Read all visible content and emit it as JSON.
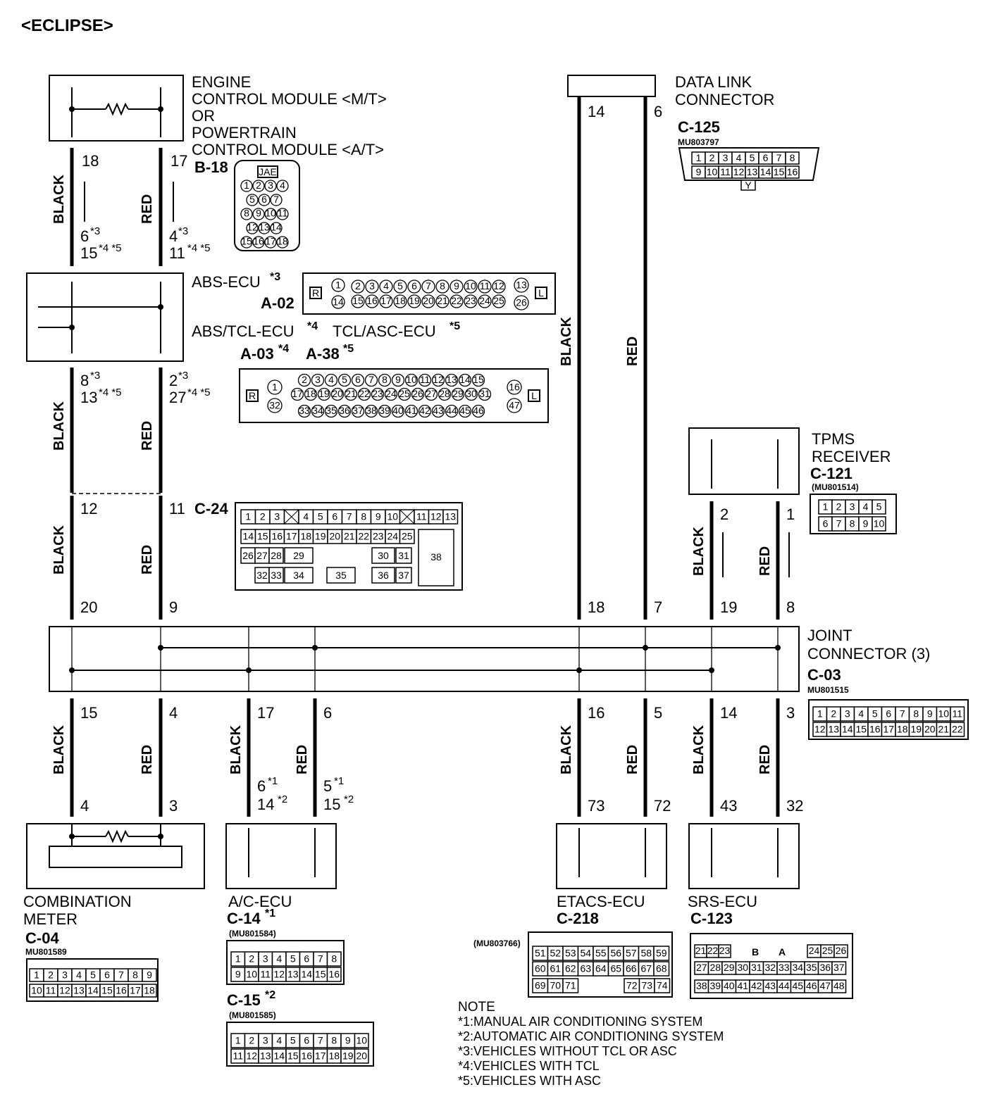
{
  "title": "<ECLIPSE>",
  "components": {
    "ecm": {
      "lines": [
        "ENGINE",
        "CONTROL MODULE <M/T>",
        "OR",
        "POWERTRAIN",
        "CONTROL MODULE <A/T>"
      ],
      "connector": "B-18",
      "maker": "JAE"
    },
    "abs": {
      "name1": "ABS-ECU",
      "sup1": "*3",
      "conn1": "A-02",
      "name2": "ABS/TCL-ECU",
      "sup2": "*4",
      "name3": "TCL/ASC-ECU",
      "sup3": "*5",
      "conn2": "A-03",
      "conn2sup": "*4",
      "conn3": "A-38",
      "conn3sup": "*5"
    },
    "dlc": {
      "lines": [
        "DATA LINK",
        "CONNECTOR"
      ],
      "connector": "C-125",
      "part": "MU803797"
    },
    "tpms": {
      "lines": [
        "TPMS",
        "RECEIVER"
      ],
      "connector": "C-121",
      "part": "(MU801514)"
    },
    "c24": {
      "connector": "C-24"
    },
    "joint": {
      "lines": [
        "JOINT",
        "CONNECTOR (3)"
      ],
      "connector": "C-03",
      "part": "MU801515"
    },
    "meter": {
      "lines": [
        "COMBINATION",
        "METER"
      ],
      "connector": "C-04",
      "part": "MU801589"
    },
    "ac": {
      "name": "A/C-ECU",
      "conn1": "C-14",
      "conn1sup": "*1",
      "part1": "(MU801584)",
      "conn2": "C-15",
      "conn2sup": "*2",
      "part2": "(MU801585)"
    },
    "etacs": {
      "name": "ETACS-ECU",
      "connector": "C-218",
      "part": "(MU803766)"
    },
    "srs": {
      "name": "SRS-ECU",
      "connector": "C-123"
    }
  },
  "wires": {
    "black": "BLACK",
    "red": "RED"
  },
  "pins": {
    "ecm_b": "18",
    "ecm_r": "17",
    "abs_b_top1": "6",
    "abs_b_top1s": "*3",
    "abs_b_top2": "15",
    "abs_b_top2s": "*4 *5",
    "abs_r_top1": "4",
    "abs_r_top1s": "*3",
    "abs_r_top2": "11",
    "abs_r_top2s": "*4 *5",
    "abs_b_bot1": "8",
    "abs_b_bot1s": "*3",
    "abs_b_bot2": "13",
    "abs_b_bot2s": "*4 *5",
    "abs_r_bot1": "2",
    "abs_r_bot1s": "*3",
    "abs_r_bot2": "27",
    "abs_r_bot2s": "*4 *5",
    "c24_b": "12",
    "c24_r": "11",
    "j_b_in": "20",
    "j_r_in": "9",
    "dlc_b": "14",
    "dlc_r": "6",
    "j_dlc_b": "18",
    "j_dlc_r": "7",
    "tpms_b": "2",
    "tpms_r": "1",
    "j_tpms_b": "19",
    "j_tpms_r": "8",
    "j_meter_b": "15",
    "j_meter_r": "4",
    "meter_b": "4",
    "meter_r": "3",
    "j_ac_b": "17",
    "j_ac_r": "6",
    "ac_b1": "6",
    "ac_b1s": "*1",
    "ac_b2": "14",
    "ac_b2s": "*2",
    "ac_r1": "5",
    "ac_r1s": "*1",
    "ac_r2": "15",
    "ac_r2s": "*2",
    "j_etacs_b": "16",
    "j_etacs_r": "5",
    "etacs_b": "73",
    "etacs_r": "72",
    "j_srs_b": "14",
    "j_srs_r": "3",
    "srs_b": "43",
    "srs_r": "32"
  },
  "connector_pins": {
    "b18": [
      "1",
      "2",
      "3",
      "4",
      "5",
      "6",
      "7",
      "8",
      "9",
      "10",
      "11",
      "12",
      "13",
      "14",
      "15",
      "16",
      "17",
      "18"
    ],
    "a02_top": [
      "1",
      "2",
      "3",
      "4",
      "5",
      "6",
      "7",
      "8",
      "9",
      "10",
      "11",
      "12",
      "13"
    ],
    "a02_bot": [
      "14",
      "15",
      "16",
      "17",
      "18",
      "19",
      "20",
      "21",
      "22",
      "23",
      "24",
      "25",
      "26"
    ],
    "a03_r1": [
      "2",
      "3",
      "4",
      "5",
      "6",
      "7",
      "8",
      "9",
      "10",
      "11",
      "12",
      "13",
      "14",
      "15"
    ],
    "a03_r2": [
      "17",
      "18",
      "19",
      "20",
      "21",
      "22",
      "23",
      "24",
      "25",
      "26",
      "27",
      "28",
      "29",
      "30",
      "31"
    ],
    "a03_r3": [
      "33",
      "34",
      "35",
      "36",
      "37",
      "38",
      "39",
      "40",
      "41",
      "42",
      "43",
      "44",
      "45",
      "46"
    ],
    "a03_side": [
      "1",
      "32",
      "16",
      "47"
    ],
    "rl": [
      "R",
      "L"
    ],
    "c125_top": [
      "1",
      "2",
      "3",
      "4",
      "5",
      "6",
      "7",
      "8"
    ],
    "c125_bot": [
      "9",
      "10",
      "11",
      "12",
      "13",
      "14",
      "15",
      "16"
    ],
    "c125_key": "Y",
    "c121_top": [
      "1",
      "2",
      "3",
      "4",
      "5"
    ],
    "c121_bot": [
      "6",
      "7",
      "8",
      "9",
      "10"
    ],
    "c24_r1": [
      "1",
      "2",
      "3",
      "",
      "4",
      "5",
      "6",
      "7",
      "8",
      "9",
      "10",
      "",
      "11",
      "12",
      "13"
    ],
    "c24_r2": [
      "14",
      "15",
      "16",
      "17",
      "18",
      "19",
      "20",
      "21",
      "22",
      "23",
      "24",
      "25"
    ],
    "c24_r3": [
      "26",
      "27",
      "28",
      "29",
      "30",
      "31",
      "38"
    ],
    "c24_r4": [
      "32",
      "33",
      "34",
      "35",
      "36",
      "37"
    ],
    "c03_top": [
      "1",
      "2",
      "3",
      "4",
      "5",
      "6",
      "7",
      "8",
      "9",
      "10",
      "11"
    ],
    "c03_bot": [
      "12",
      "13",
      "14",
      "15",
      "16",
      "17",
      "18",
      "19",
      "20",
      "21",
      "22"
    ],
    "c04_top": [
      "1",
      "2",
      "3",
      "4",
      "5",
      "6",
      "7",
      "8",
      "9"
    ],
    "c04_bot": [
      "10",
      "11",
      "12",
      "13",
      "14",
      "15",
      "16",
      "17",
      "18"
    ],
    "c14_top": [
      "1",
      "2",
      "3",
      "4",
      "5",
      "6",
      "7",
      "8"
    ],
    "c14_bot": [
      "9",
      "10",
      "11",
      "12",
      "13",
      "14",
      "15",
      "16"
    ],
    "c15_top": [
      "1",
      "2",
      "3",
      "4",
      "5",
      "6",
      "7",
      "8",
      "9",
      "10"
    ],
    "c15_bot": [
      "11",
      "12",
      "13",
      "14",
      "15",
      "16",
      "17",
      "18",
      "19",
      "20"
    ],
    "c218_r1": [
      "51",
      "52",
      "53",
      "54",
      "55",
      "56",
      "57",
      "58",
      "59"
    ],
    "c218_r2": [
      "60",
      "61",
      "62",
      "63",
      "64",
      "65",
      "66",
      "67",
      "68"
    ],
    "c218_r3": [
      "69",
      "70",
      "71",
      "72",
      "73",
      "74"
    ],
    "c123_r1": [
      "21",
      "22",
      "23",
      "B",
      "A",
      "24",
      "25",
      "26"
    ],
    "c123_r2": [
      "27",
      "28",
      "29",
      "30",
      "31",
      "32",
      "33",
      "34",
      "35",
      "36",
      "37"
    ],
    "c123_r3": [
      "38",
      "39",
      "40",
      "41",
      "42",
      "43",
      "44",
      "45",
      "46",
      "47",
      "48"
    ]
  },
  "notes": {
    "heading": "NOTE",
    "items": [
      "*1:MANUAL AIR CONDITIONING SYSTEM",
      "*2:AUTOMATIC AIR CONDITIONING SYSTEM",
      "*3:VEHICLES WITHOUT TCL OR ASC",
      "*4:VEHICLES WITH TCL",
      "*5:VEHICLES WITH ASC"
    ]
  }
}
